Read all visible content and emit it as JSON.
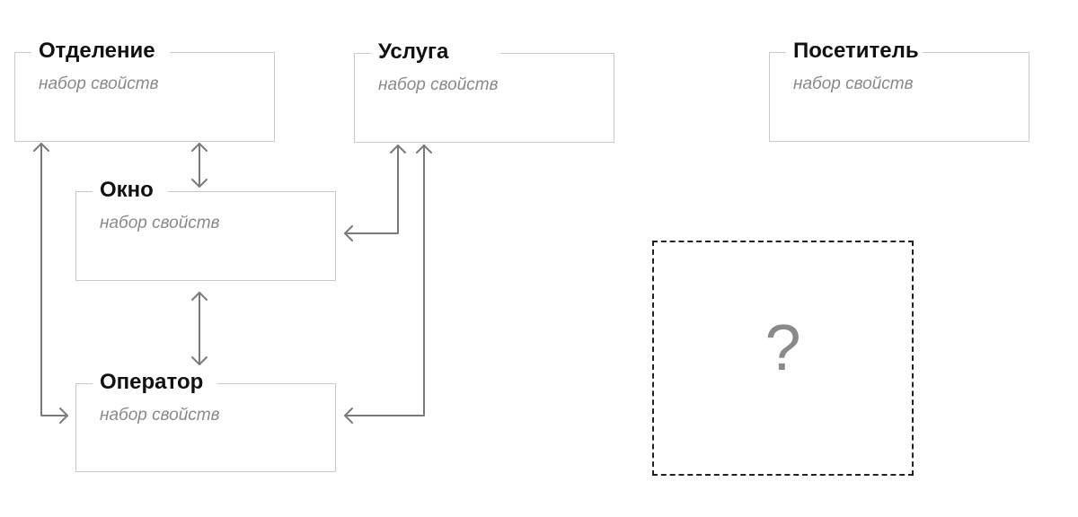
{
  "entities": {
    "department": {
      "title": "Отделение",
      "subtitle": "набор свойств"
    },
    "service": {
      "title": "Услуга",
      "subtitle": "набор свойств"
    },
    "visitor": {
      "title": "Посетитель",
      "subtitle": "набор свойств"
    },
    "window": {
      "title": "Окно",
      "subtitle": "набор свойств"
    },
    "operator": {
      "title": "Оператор",
      "subtitle": "набор свойств"
    }
  },
  "unknown": {
    "mark": "?"
  },
  "colors": {
    "box_border": "#c8c8c8",
    "arrow": "#7a7a7a",
    "title": "#111111",
    "subtitle": "#8a8a8a",
    "dashed_border": "#222222"
  }
}
